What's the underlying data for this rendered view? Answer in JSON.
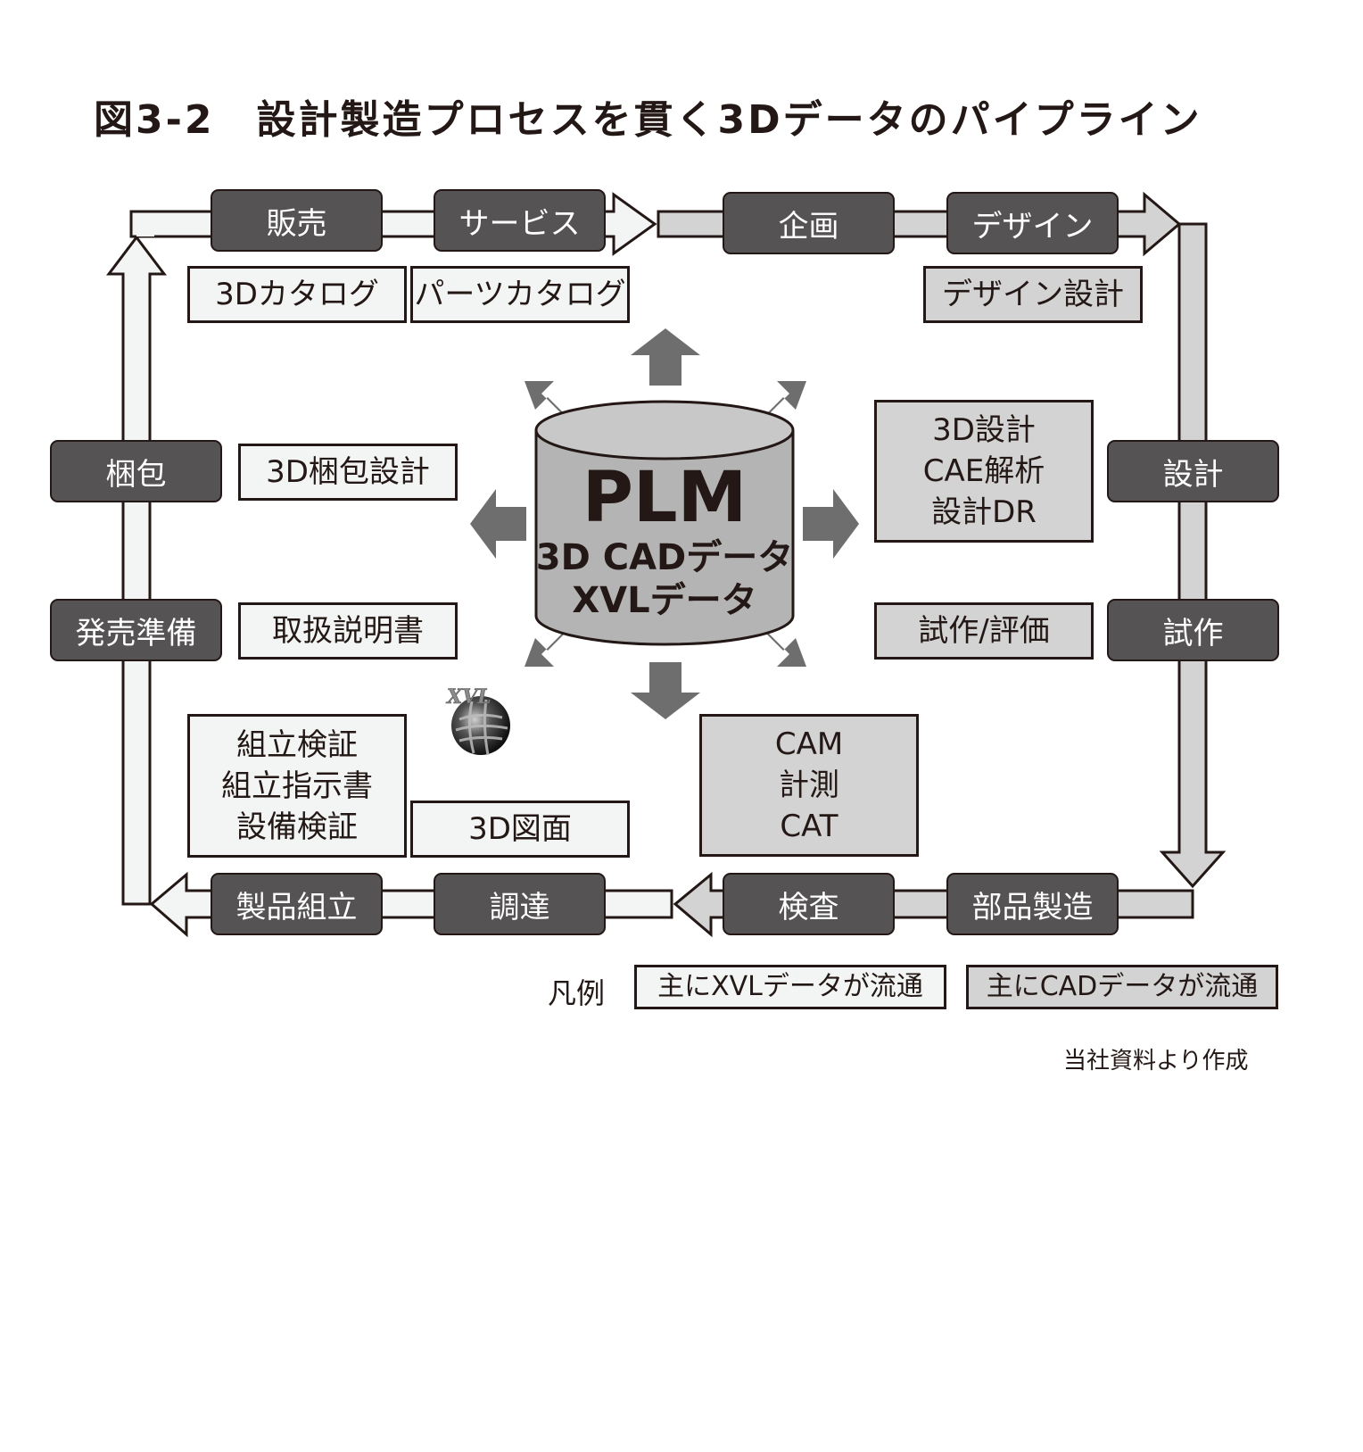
{
  "title": "図3-2　設計製造プロセスを貫く3Dデータのパイプライン",
  "colors": {
    "step_fill": "#555354",
    "xvl_fill": "#f3f5f4",
    "cad_fill": "#d3d3d3",
    "plm_fill": "#b4b4b4",
    "plm_arrow": "#6e6e6e",
    "stroke": "#231815"
  },
  "steps": {
    "sales": "販売",
    "service": "サービス",
    "planning": "企画",
    "design": "デザイン",
    "engineering": "設計",
    "prototype": "試作",
    "parts_manufacturing": "部品製造",
    "inspection": "検査",
    "procurement": "調達",
    "assembly": "製品組立",
    "launch_prep": "発売準備",
    "packaging": "梱包"
  },
  "activities": {
    "catalog_3d": [
      "3Dカタログ"
    ],
    "parts_catalog": [
      "パーツカタログ"
    ],
    "design_engineering": [
      "デザイン設計"
    ],
    "engineering_detail": [
      "3D設計",
      "CAE解析",
      "設計DR"
    ],
    "prototype_eval": [
      "試作/評価"
    ],
    "cam_group": [
      "CAM",
      "計測",
      "CAT"
    ],
    "drawing_3d": [
      "3D図面"
    ],
    "assembly_group": [
      "組立検証",
      "組立指示書",
      "設備検証"
    ],
    "manual": [
      "取扱説明書"
    ],
    "packaging_design": [
      "3D梱包設計"
    ]
  },
  "plm": {
    "title": "PLM",
    "line1": "3D CADデータ",
    "line2": "XVLデータ"
  },
  "logo": {
    "text": "XVL",
    "icon": "xvl-globe-logo"
  },
  "legend": {
    "label": "凡例",
    "xvl": "主にXVLデータが流通",
    "cad": "主にCADデータが流通"
  },
  "credit": "当社資料より作成"
}
